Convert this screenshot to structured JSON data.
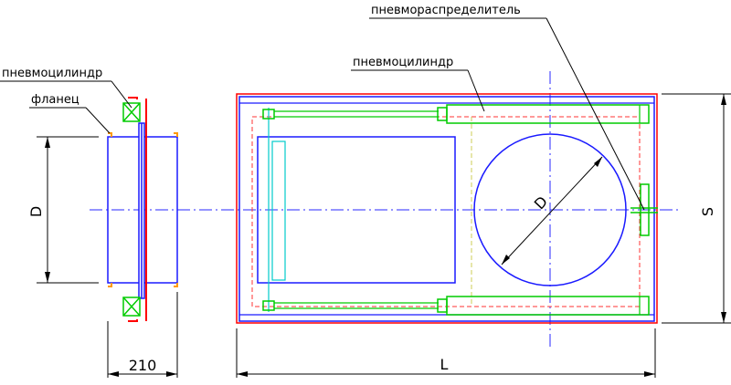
{
  "labels": {
    "pneumo_distributor": "пневмораспределитель",
    "pneumo_cylinder_top": "пневмоцилиндр",
    "pneumo_cylinder_left": "пневмоцилиндр",
    "flange": "фланец"
  },
  "dimensions": {
    "D_left": "D",
    "D_circle": "D",
    "S": "S",
    "L": "L",
    "flange_width": "210"
  },
  "colors": {
    "body": "#1a1aff",
    "frame": "#ff0000",
    "cylinder": "#00dd00",
    "guide": "#00cccc",
    "centerline": "#2a2aff",
    "flange_accent": "#ff9900",
    "dim_line": "#000000"
  }
}
